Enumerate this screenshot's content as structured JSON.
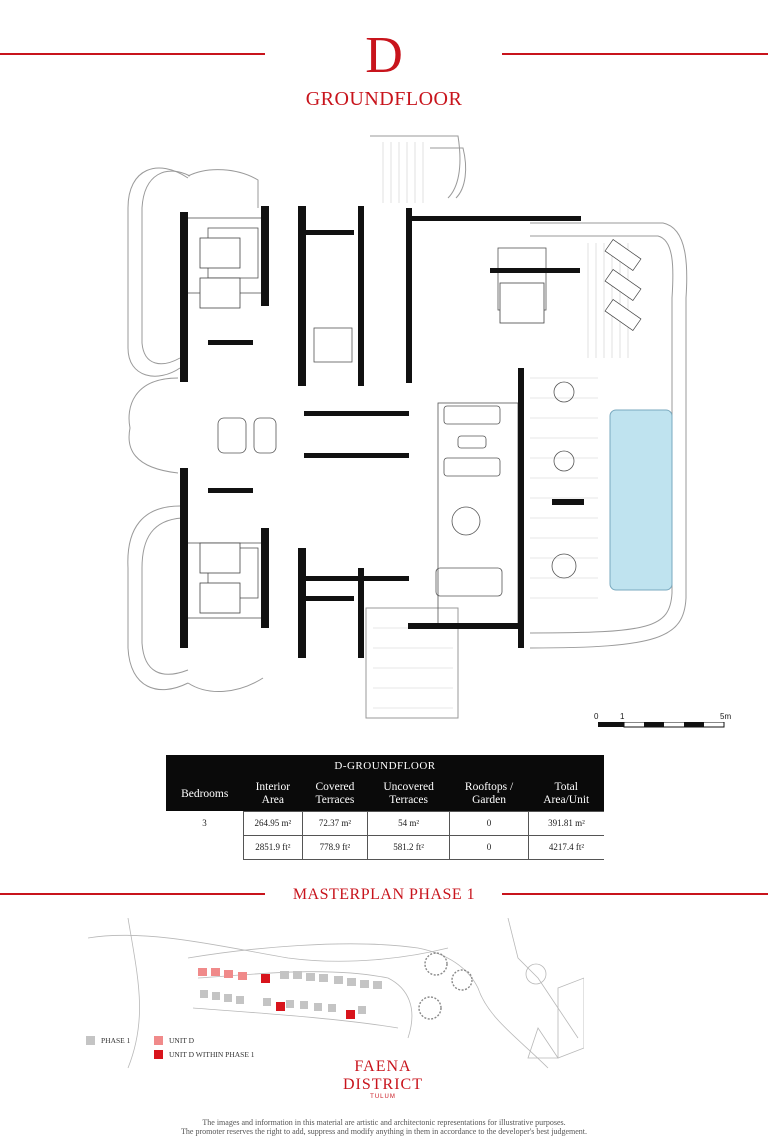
{
  "header": {
    "unit_letter": "D",
    "floor_title": "GROUNDFLOOR"
  },
  "scale_bar": {
    "labels": [
      "0",
      "1",
      "5m"
    ]
  },
  "area_table": {
    "title": "D-GROUNDFLOOR",
    "columns": [
      [
        "Bedrooms"
      ],
      [
        "Interior",
        "Area"
      ],
      [
        "Covered",
        "Terraces"
      ],
      [
        "Uncovered",
        "Terraces"
      ],
      [
        "Rooftops /",
        "Garden"
      ],
      [
        "Total",
        "Area/Unit"
      ]
    ],
    "rows": [
      [
        "3",
        "264.95 m²",
        "72.37 m²",
        "54 m²",
        "0",
        "391.81 m²"
      ],
      [
        "",
        "2851.9 ft²",
        "778.9 ft²",
        "581.2 ft²",
        "0",
        "4217.4 ft²"
      ]
    ]
  },
  "masterplan": {
    "title": "MASTERPLAN PHASE 1",
    "legend": [
      {
        "label": "PHASE 1",
        "color": "#c4c4c4"
      },
      {
        "label": "UNIT D",
        "color": "#f08a8a"
      },
      {
        "label": "UNIT D WITHIN PHASE 1",
        "color": "#d8141c"
      }
    ]
  },
  "brand": {
    "line1": "FAENA",
    "line2": "DISTRICT",
    "line3": "TULUM"
  },
  "disclaimer": {
    "line1": "The images and information in this material are artistic and architectonic representations for illustrative purposes.",
    "line2": "The promoter reserves the right to add, suppress and modify anything in them in accordance to the developer's best judgement."
  },
  "colors": {
    "accent": "#c8141c",
    "pool": "#bfe3ef",
    "wall": "#111111"
  }
}
